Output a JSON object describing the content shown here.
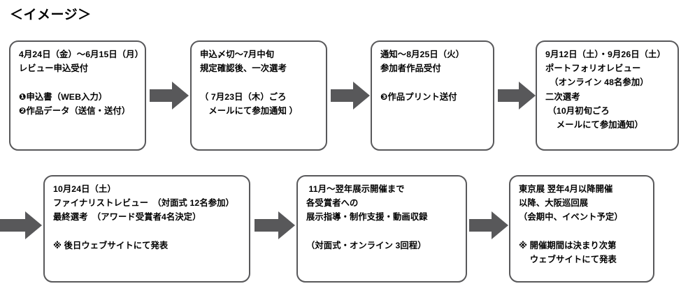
{
  "page": {
    "title": "＜イメージ＞",
    "background_color": "#ffffff",
    "box_border_color": "#58585a",
    "arrow_color": "#58585a",
    "text_color": "#000000"
  },
  "flow": {
    "steps": [
      {
        "id": "step-1",
        "name": "review-application-reception",
        "text": "4月24日（金）～6月15日（月）\nレビュー申込受付\n\n❶申込書（WEB入力）\n❷作品データ（送信・送付）"
      },
      {
        "id": "step-2",
        "name": "first-screening",
        "text": "申込〆切～7月中旬\n規定確認後、一次選考\n\n（ 7月23日（木）ごろ\n　メールにて参加通知 ）"
      },
      {
        "id": "step-3",
        "name": "participant-work-reception",
        "text": "通知～8月25日（火）\n参加者作品受付\n\n❸作品プリント送付"
      },
      {
        "id": "step-4",
        "name": "portfolio-review-second-screening",
        "text": "9月12日（土）・9月26日（土）\nポートフォリオレビュー\n　（オンライン 48名参加）\n二次選考\n （10月初旬ごろ\n　 メールにて参加通知）"
      },
      {
        "id": "step-5",
        "name": "finalist-review-final-screening",
        "text": "10月24日（土）\nファイナリストレビュー　（対面式 12名参加）\n最終選考　（アワード受賞者4名決定）\n\n※ 後日ウェブサイトにて発表"
      },
      {
        "id": "step-6",
        "name": "exhibition-support-period",
        "text": " 11月～翌年展示開催まで\n各受賞者への\n展示指導・制作支援・動画収録\n\n（対面式・オンライン 3回程）"
      },
      {
        "id": "step-7",
        "name": "tokyo-osaka-exhibition",
        "text": "東京展 翌年4月以降開催\n以降、大阪巡回展\n（会期中、イベント予定）\n\n※ 開催期間は決まり次第\n　 ウェブサイトにて発表"
      }
    ],
    "connectors": [
      {
        "id": "arrow-1",
        "name": "arrow-step1-to-step2",
        "glyph": "right-arrow-icon"
      },
      {
        "id": "arrow-2",
        "name": "arrow-step2-to-step3",
        "glyph": "right-arrow-icon"
      },
      {
        "id": "arrow-3",
        "name": "arrow-step3-to-step4",
        "glyph": "right-arrow-icon"
      },
      {
        "id": "arrow-4",
        "name": "arrow-step4-to-step5",
        "glyph": "right-arrow-icon"
      },
      {
        "id": "arrow-5",
        "name": "arrow-step5-to-step6",
        "glyph": "right-arrow-icon"
      },
      {
        "id": "arrow-6",
        "name": "arrow-step6-to-step7",
        "glyph": "right-arrow-icon"
      }
    ]
  }
}
